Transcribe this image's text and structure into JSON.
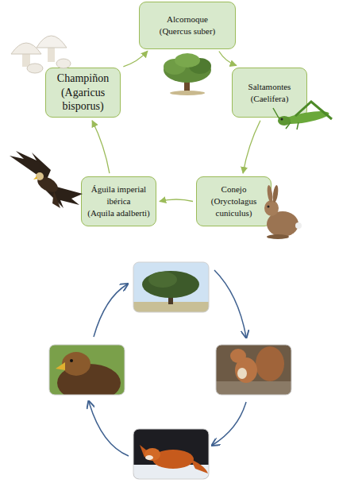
{
  "diagram": {
    "nodes": [
      {
        "text": [
          "Alcornoque",
          "(Quercus suber)"
        ]
      },
      {
        "text": [
          "Saltamontes",
          "(Caelifera)"
        ]
      },
      {
        "text": [
          "Conejo",
          "(Oryctolagus cuniculus)"
        ]
      },
      {
        "text": [
          "Águila imperial ibérica",
          "(Aquila adalberti)"
        ]
      },
      {
        "text": [
          "Champiñon",
          "(Agaricus bisporus)"
        ]
      }
    ],
    "edges": [
      {
        "from": 0,
        "to": 1,
        "arrow": "to"
      },
      {
        "from": 1,
        "to": 2,
        "arrow": "to"
      },
      {
        "from": 2,
        "to": 3,
        "arrow": "to"
      },
      {
        "from": 3,
        "to": 4,
        "arrow": "to"
      },
      {
        "from": 4,
        "to": 0,
        "arrow": "to"
      }
    ]
  }
}
